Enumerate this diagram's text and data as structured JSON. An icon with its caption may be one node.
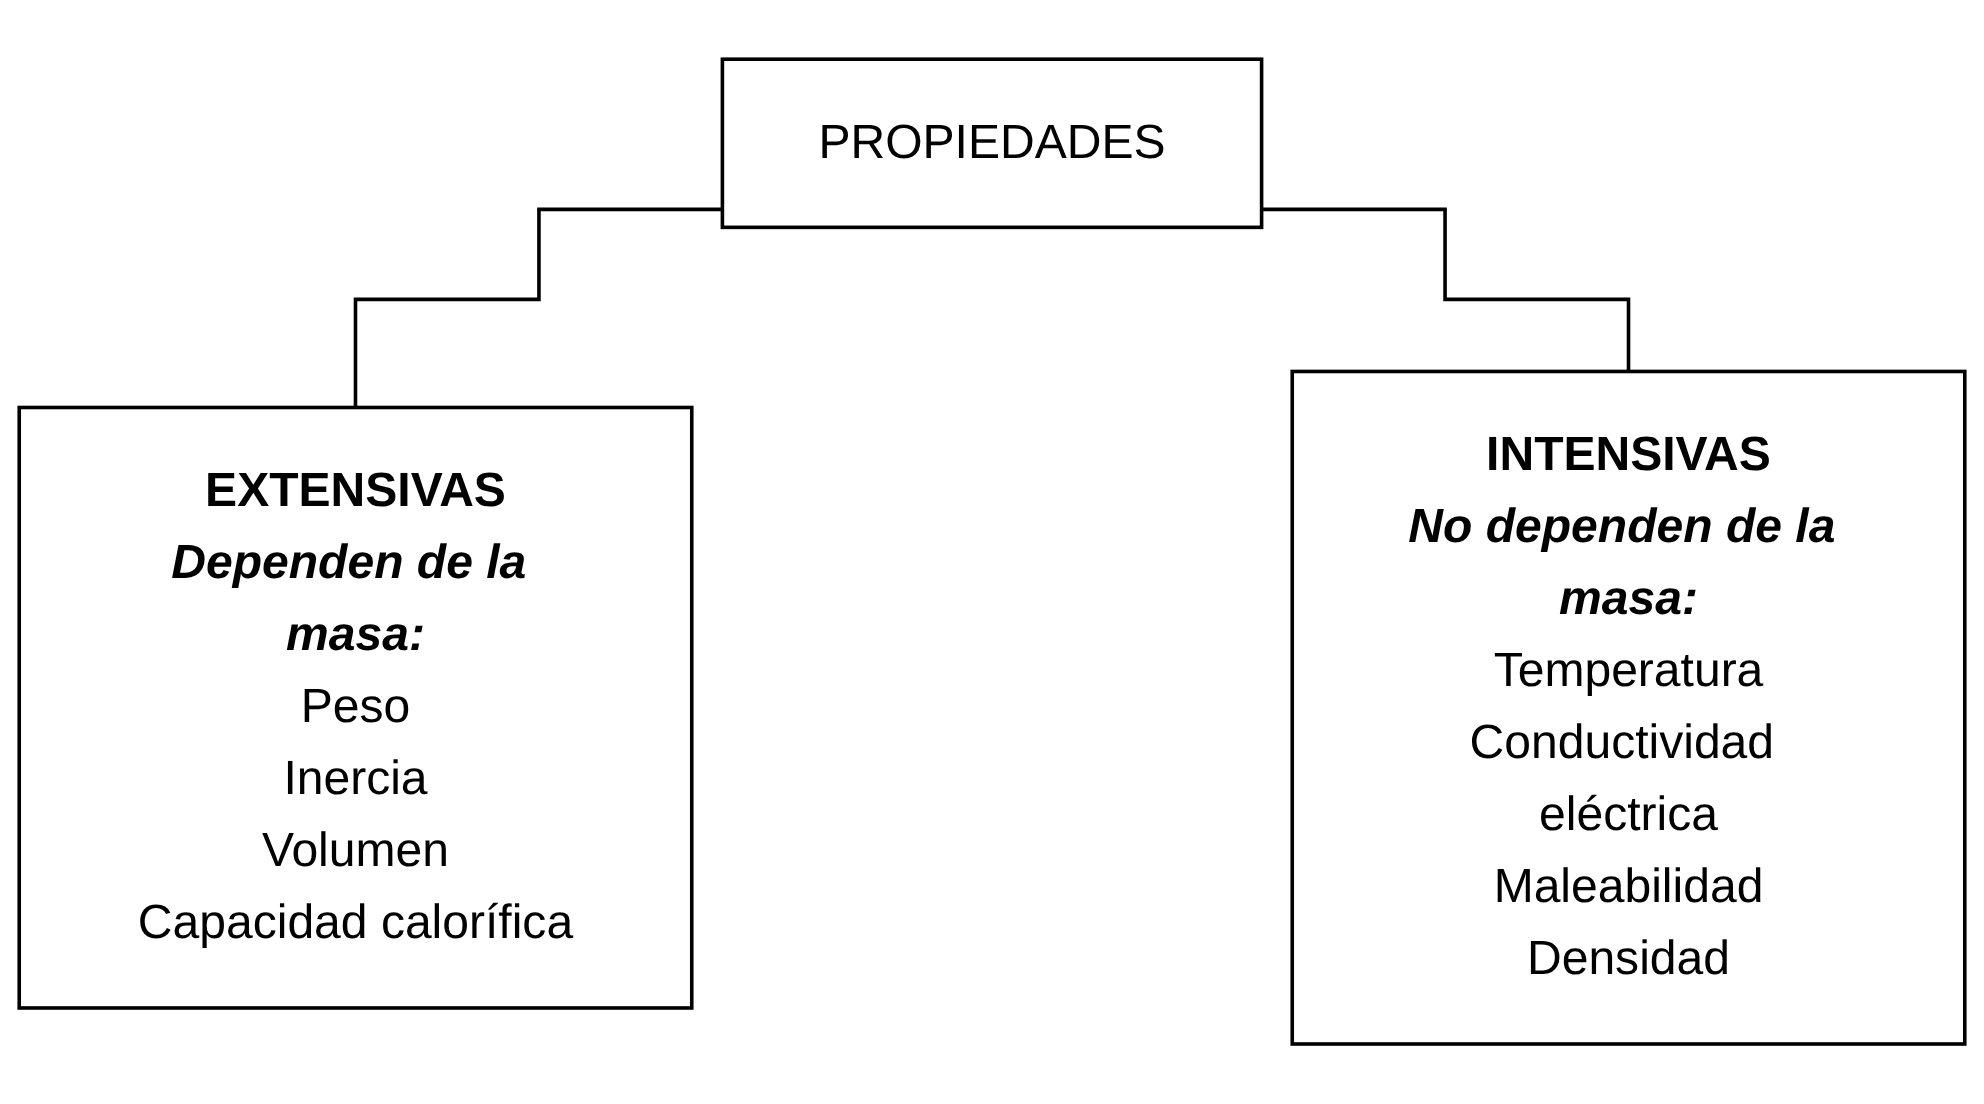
{
  "diagram": {
    "nodes": [
      {
        "text": [
          "PROPIEDADES"
        ]
      },
      {
        "text": [
          "EXTENSIVAS",
          "Dependen de la masa:",
          "Peso",
          "Inercia",
          "Volumen",
          "Capacidad calorífica"
        ]
      },
      {
        "text": [
          "INTENSIVAS",
          "No dependen de la masa:",
          "Temperatura",
          "Conductividad eléctrica",
          "Maleabilidad",
          "Densidad"
        ]
      }
    ],
    "edges": [
      {
        "from": 0,
        "to": 1,
        "arrow": "none"
      },
      {
        "from": 0,
        "to": 2,
        "arrow": "none"
      }
    ]
  }
}
